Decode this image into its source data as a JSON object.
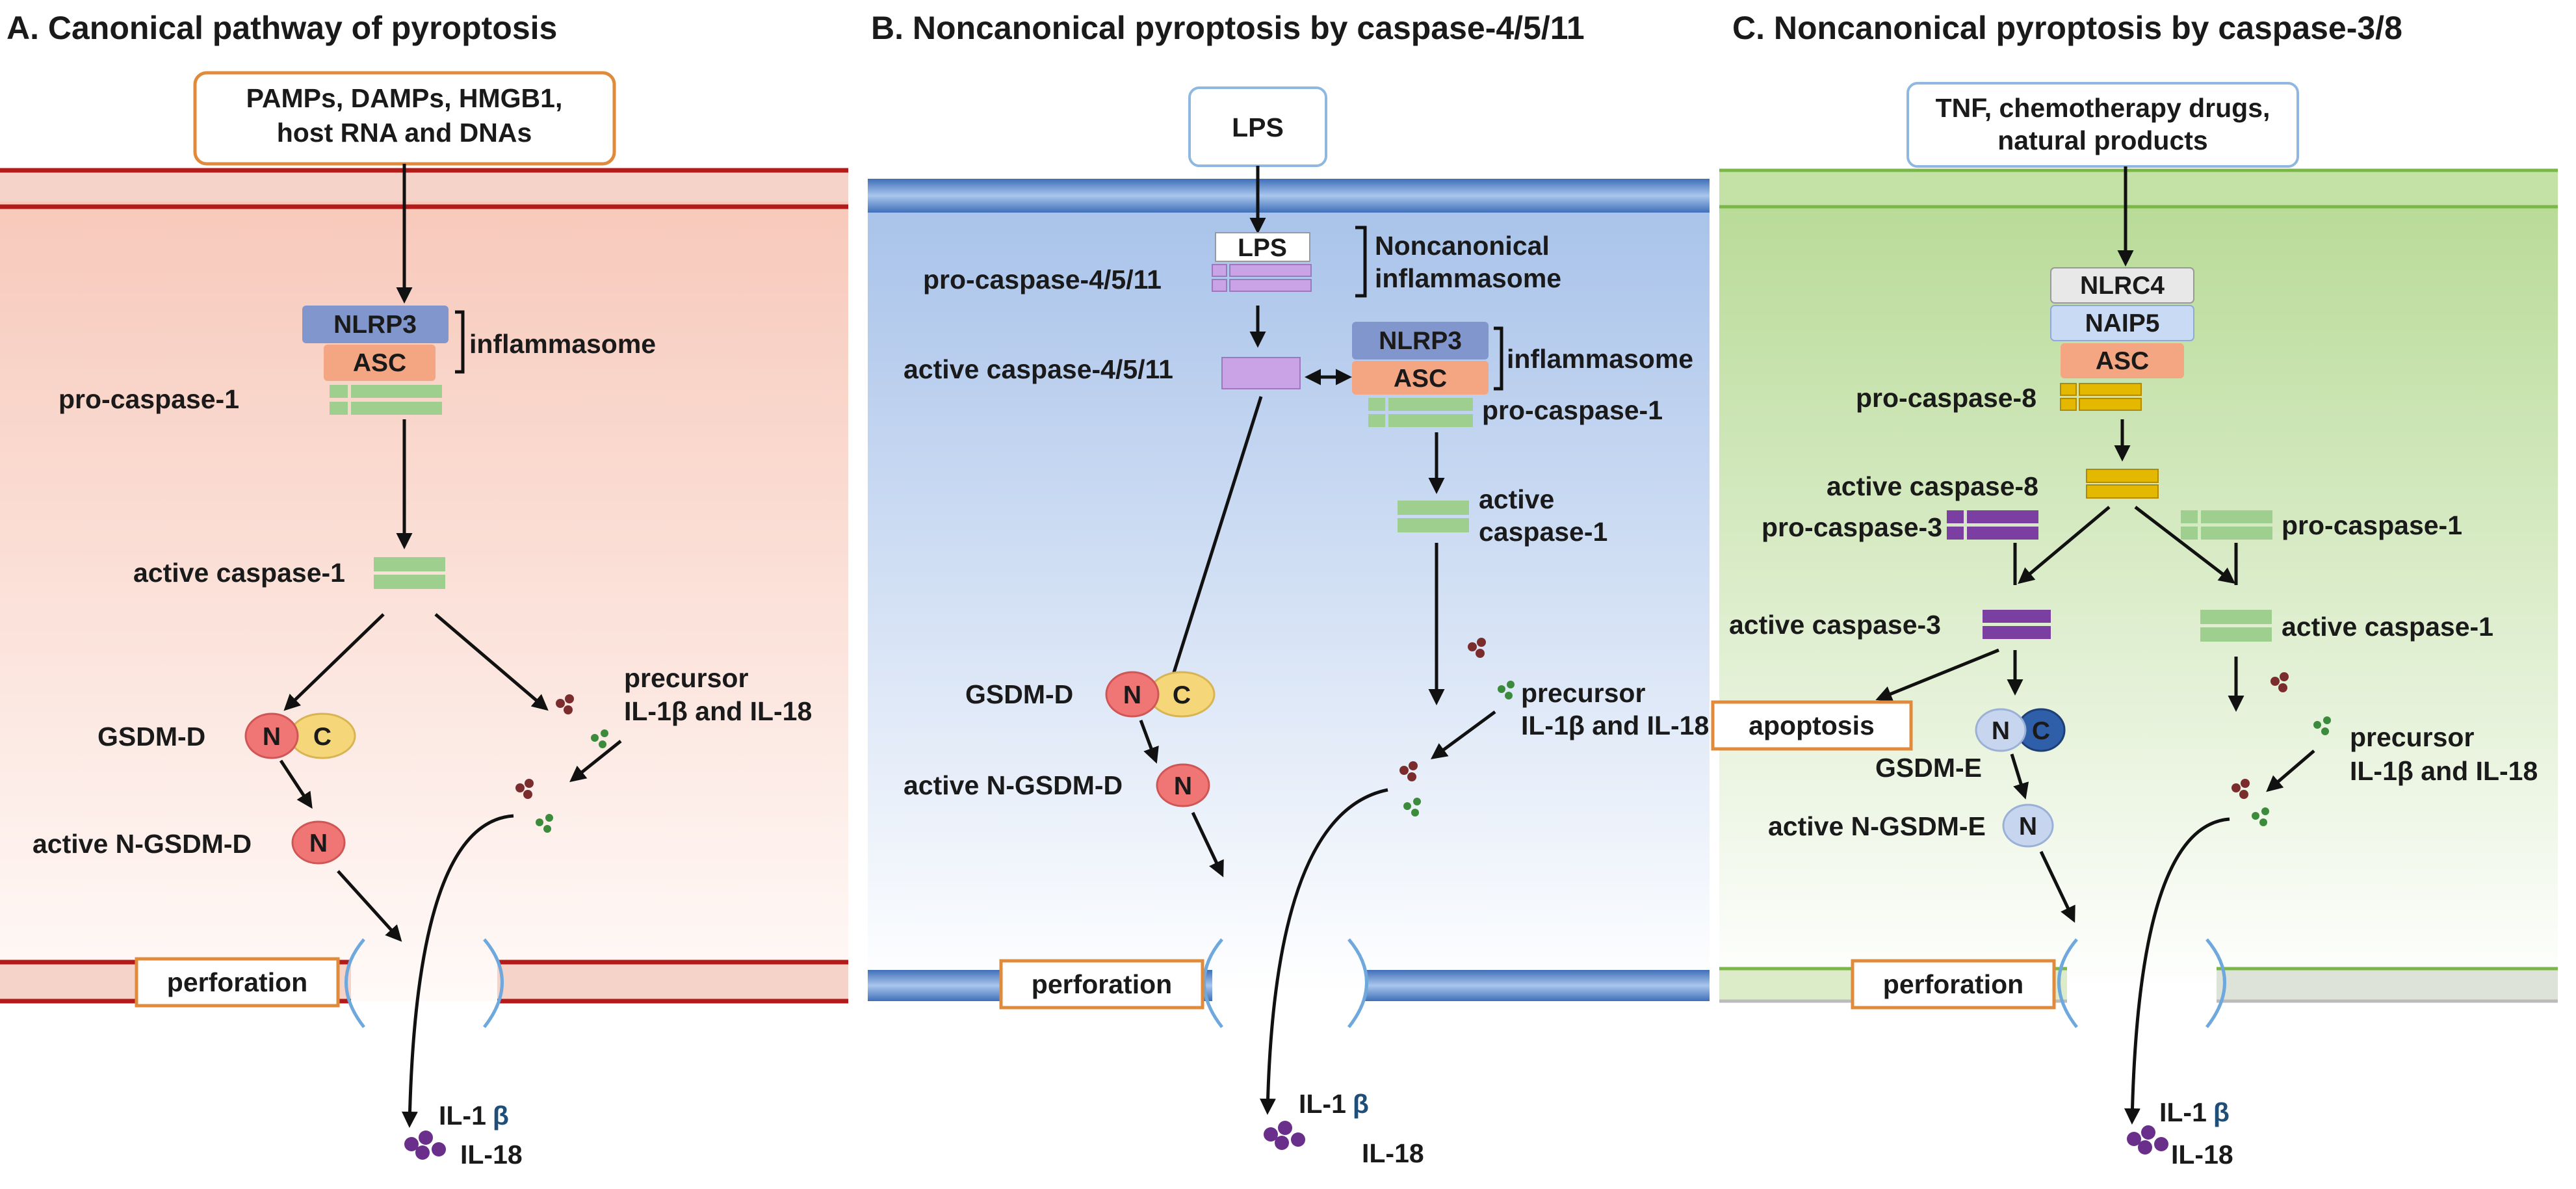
{
  "panel_a": {
    "title": "A.  Canonical pathway of pyroptosis",
    "stimulus_line1": "PAMPs, DAMPs, HMGB1,",
    "stimulus_line2": "host RNA and DNAs",
    "nlrp3": "NLRP3",
    "asc": "ASC",
    "inflammasome": "inflammasome",
    "pro_caspase1": "pro-caspase-1",
    "active_caspase1": "active caspase-1",
    "gsdmd": "GSDM-D",
    "n": "N",
    "c": "C",
    "active_ngsdmd": "active N-GSDM-D",
    "precursor": "precursor",
    "il1b_il18": "IL-1β and IL-18",
    "perforation": "perforation",
    "il1b_prefix": "IL-1",
    "beta": "β",
    "il18": "IL-18",
    "colors": {
      "background": "#fbe3dc",
      "membrane": "#b31b1b"
    }
  },
  "panel_b": {
    "title": "B.  Noncanonical pyroptosis by caspase-4/5/11",
    "stimulus": "LPS",
    "lps_inner": "LPS",
    "noncanonical_line1": "Noncanonical",
    "noncanonical_line2": "inflammasome",
    "pro_caspase4511": "pro-caspase-4/5/11",
    "active_caspase4511": "active caspase-4/5/11",
    "nlrp3": "NLRP3",
    "asc": "ASC",
    "inflammasome": "inflammasome",
    "pro_caspase1": "pro-caspase-1",
    "active_line1": "active",
    "active_line2": "caspase-1",
    "gsdmd": "GSDM-D",
    "n": "N",
    "c": "C",
    "active_ngsdmd": "active N-GSDM-D",
    "precursor": "precursor",
    "il1b_il18": "IL-1β and IL-18",
    "perforation": "perforation",
    "il1b_prefix": "IL-1",
    "beta": "β",
    "il18": "IL-18",
    "colors": {
      "background": "#c9d9f0",
      "membrane": "#4f7fc7"
    }
  },
  "panel_c": {
    "title": "C.  Noncanonical pyroptosis by caspase-3/8",
    "stimulus_line1": "TNF, chemotherapy drugs,",
    "stimulus_line2": "natural products",
    "nlrc4": "NLRC4",
    "naip5": "NAIP5",
    "asc": "ASC",
    "pro_caspase8": "pro-caspase-8",
    "active_caspase8": "active caspase-8",
    "pro_caspase3": "pro-caspase-3",
    "pro_caspase1": "pro-caspase-1",
    "active_caspase3": "active caspase-3",
    "active_caspase1": "active caspase-1",
    "apoptosis": "apoptosis",
    "gsdme": "GSDM-E",
    "n": "N",
    "c": "C",
    "active_ngsdme": "active N-GSDM-E",
    "precursor": "precursor",
    "il1b_il18": "IL-1β and IL-18",
    "perforation": "perforation",
    "il1b_prefix": "IL-1",
    "beta": "β",
    "il18": "IL-18",
    "colors": {
      "background": "#d8ebc2",
      "membrane": "#7ab648"
    }
  },
  "colors": {
    "nlrp3": "#8096cc",
    "asc": "#f4a582",
    "caspase1": "#9fcf8f",
    "caspase4511": "#c9a3e6",
    "caspase8": "#e5b800",
    "caspase3": "#7a3fa0",
    "gsdm_n": "#f07575",
    "gsdm_c": "#f5d77a",
    "gsdme_n": "#c7d6ee",
    "gsdme_c": "#2e5fa8",
    "il1b": "#7b2d2d",
    "il18": "#3c8b3c",
    "il_mature": "#6a2f8a",
    "pore": "#6fa8dc",
    "box_orange": "#e08a3c",
    "box_blue": "#8fb7e0"
  }
}
